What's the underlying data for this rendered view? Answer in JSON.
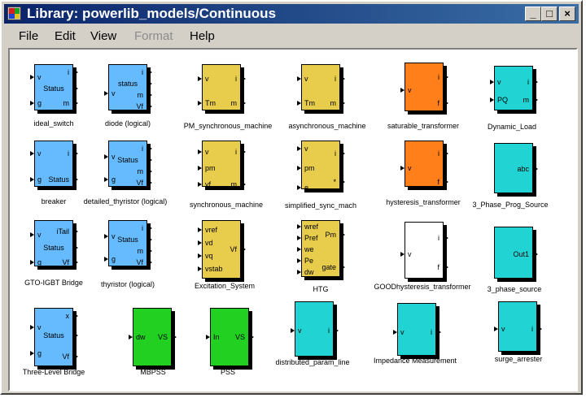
{
  "window": {
    "title": "Library: powerlib_models/Continuous",
    "buttons": {
      "minimize": "_",
      "maximize": "□",
      "close": "×"
    }
  },
  "menu": [
    "File",
    "Edit",
    "View",
    "Format",
    "Help"
  ],
  "menu_disabled": [
    "Format"
  ],
  "colors": {
    "title_bar": "#0a246a",
    "blue_block": "#66bbff",
    "yellow_block": "#e8cd4c",
    "orange_block": "#ff7f1a",
    "cyan_block": "#22d3d3",
    "green_block": "#22d022"
  },
  "blocks": [
    {
      "id": "ideal_switch",
      "label": "ideal_switch",
      "color": "blue",
      "inputs": [
        "v",
        "g"
      ],
      "outputs": [
        "i",
        "Status",
        "m"
      ]
    },
    {
      "id": "diode_logical",
      "label": "diode (logical)",
      "color": "blue",
      "inputs": [
        "v"
      ],
      "outputs": [
        "i",
        "status",
        "m",
        "Vf"
      ]
    },
    {
      "id": "pm_synchronous_machine",
      "label": "PM_synchronous_machine",
      "color": "yellow",
      "inputs": [
        "v",
        "Tm"
      ],
      "outputs": [
        "i",
        "m"
      ]
    },
    {
      "id": "asynchronous_machine",
      "label": "asynchronous_machine",
      "color": "yellow",
      "inputs": [
        "v",
        "Tm"
      ],
      "outputs": [
        "i",
        "m"
      ]
    },
    {
      "id": "saturable_transformer",
      "label": "saturable_transformer",
      "color": "orange",
      "inputs": [
        "v"
      ],
      "outputs": [
        "i",
        "f"
      ]
    },
    {
      "id": "dynamic_load",
      "label": "Dynamic_Load",
      "color": "cyan",
      "inputs": [
        "v",
        "PQ"
      ],
      "outputs": [
        "i",
        "m"
      ]
    },
    {
      "id": "breaker",
      "label": "breaker",
      "color": "blue",
      "inputs": [
        "v",
        "g"
      ],
      "outputs": [
        "i",
        "Status"
      ]
    },
    {
      "id": "detailed_thyristor",
      "label": "detailed_thyristor (logical)",
      "color": "blue",
      "inputs": [
        "v",
        "g"
      ],
      "outputs": [
        "i",
        "Status",
        "m",
        "Vf"
      ]
    },
    {
      "id": "synchronous_machine",
      "label": "synchronous_machine",
      "color": "yellow",
      "inputs": [
        "v",
        "pm",
        "vf"
      ],
      "outputs": [
        "i",
        "m"
      ]
    },
    {
      "id": "simplified_sync_mach",
      "label": "simplified_sync_mach",
      "color": "yellow",
      "inputs": [
        "v",
        "pm",
        "e"
      ],
      "outputs": [
        "i",
        "*"
      ]
    },
    {
      "id": "hysteresis_transformer",
      "label": "hysteresis_transformer",
      "color": "orange",
      "inputs": [
        "v"
      ],
      "outputs": [
        "i",
        "f"
      ]
    },
    {
      "id": "three_phase_prog_source",
      "label": "3_Phase_Prog_Source",
      "color": "cyan",
      "inputs": [],
      "outputs": [
        "abc"
      ]
    },
    {
      "id": "gto_igbt_bridge",
      "label": "GTO-IGBT Bridge",
      "color": "blue",
      "inputs": [
        "v",
        "g"
      ],
      "outputs": [
        "iTail",
        "Status",
        "Vf"
      ]
    },
    {
      "id": "thyristor_logical",
      "label": "thyristor (logical)",
      "color": "blue",
      "inputs": [
        "v",
        "g"
      ],
      "outputs": [
        "i",
        "Status",
        "m",
        "Vf"
      ]
    },
    {
      "id": "excitation_system",
      "label": "Excitation_System",
      "color": "yellow",
      "inputs": [
        "vref",
        "vd",
        "vq",
        "vstab"
      ],
      "outputs": [
        "Vf"
      ]
    },
    {
      "id": "htg",
      "label": "HTG",
      "color": "yellow",
      "inputs": [
        "wref",
        "Pref",
        "we",
        "Pe",
        "dw"
      ],
      "outputs": [
        "Pm",
        "gate"
      ]
    },
    {
      "id": "goodhysteresis_transformer",
      "label": "GOODhysteresis_transformer",
      "color": "white",
      "inputs": [
        "v"
      ],
      "outputs": [
        "i",
        "f"
      ]
    },
    {
      "id": "three_phase_source",
      "label": "3_phase_source",
      "color": "cyan",
      "inputs": [],
      "outputs": [
        "Out1"
      ]
    },
    {
      "id": "three_level_bridge",
      "label": "Three-Level Bridge",
      "color": "blue",
      "inputs": [
        "v",
        "g"
      ],
      "outputs": [
        "x",
        "Status",
        "Vf"
      ]
    },
    {
      "id": "mbpss",
      "label": "MBPSS",
      "color": "green",
      "inputs": [
        "dw"
      ],
      "outputs": [
        "VS"
      ]
    },
    {
      "id": "pss",
      "label": "PSS",
      "color": "green",
      "inputs": [
        "In"
      ],
      "outputs": [
        "VS"
      ]
    },
    {
      "id": "distributed_param_line",
      "label": "distributed_param_line",
      "color": "cyan",
      "inputs": [
        "v"
      ],
      "outputs": [
        "i"
      ]
    },
    {
      "id": "impedance_measurement",
      "label": "Impedance Measurement",
      "color": "cyan",
      "inputs": [
        "v"
      ],
      "outputs": [
        "i"
      ]
    },
    {
      "id": "surge_arrester",
      "label": "surge_arrester",
      "color": "cyan",
      "inputs": [
        "v"
      ],
      "outputs": [
        "i"
      ]
    }
  ]
}
